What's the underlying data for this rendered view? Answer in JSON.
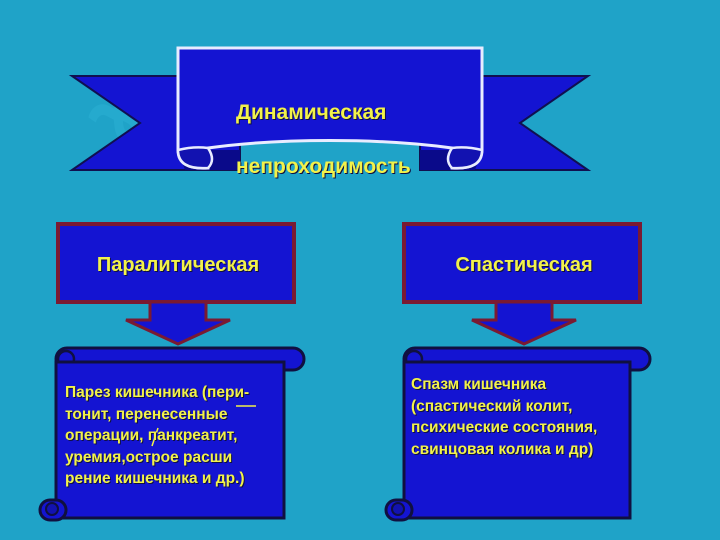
{
  "title": {
    "line1": "Динамическая",
    "line2": "непроходимость"
  },
  "branches": [
    {
      "label": "Паралитическая",
      "description": "Парез кишечника (пери-\nтонит, перенесенные\nоперации, панкреатит,\nуремия,острое расши\nрение кишечника и др.)"
    },
    {
      "label": "Спастическая",
      "description": "Спазм кишечника\n(спастический колит,\nпсихические состояния,\nсвинцовая колика и др)"
    }
  ],
  "colors": {
    "background": "#1fa3c8",
    "box_fill": "#1414d2",
    "box_border": "#7a1a32",
    "text": "#f2f24a",
    "ribbon_outline": "#e8ecff"
  }
}
